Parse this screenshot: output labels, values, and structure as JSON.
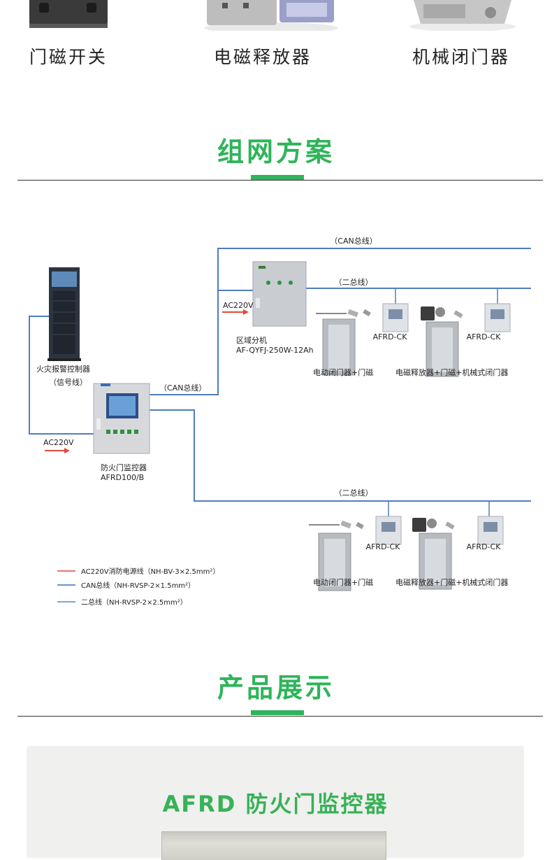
{
  "products": [
    {
      "label": "门磁开关",
      "icon": "door-magnet-switch-image"
    },
    {
      "label": "电磁释放器",
      "icon": "electromagnetic-release-image"
    },
    {
      "label": "机械闭门器",
      "icon": "mechanical-door-closer-image"
    }
  ],
  "sections": {
    "network": {
      "title": "组网方案"
    },
    "display": {
      "title": "产品展示"
    }
  },
  "diagram": {
    "fire_alarm": {
      "name": "火灾报警控制器",
      "sub": "（信号线）"
    },
    "monitor": {
      "name": "防火门监控器",
      "model": "AFRD100/B"
    },
    "sub_unit": {
      "name": "区域分机",
      "model": "AF-QYFJ-250W-12Ah"
    },
    "ac_in_1": "AC220V",
    "ac_in_2": "AC220V",
    "can_bus_top": "（CAN总线）",
    "can_bus_mid": "（CAN总线）",
    "two_bus_top": "（二总线）",
    "two_bus_bottom": "（二总线）",
    "afrd_ck_1": "AFRD-CK",
    "afrd_ck_2": "AFRD-CK",
    "afrd_ck_3": "AFRD-CK",
    "afrd_ck_4": "AFRD-CK",
    "door_a_top": "电动闭门器+门磁",
    "door_b_top": "电磁释放器+门磁+机械式闭门器",
    "door_a_bottom": "电动闭门器+门磁",
    "door_b_bottom": "电磁释放器+门磁+机械式闭门器",
    "colors": {
      "ac": "#e04a3a",
      "can": "#3f6fb5",
      "two_bus": "#5a87c4",
      "accent": "#2fb45a"
    }
  },
  "legend": [
    {
      "label": "AC220V消防电源线（NH-BV-3×2.5mm²）",
      "color": "#e04a3a"
    },
    {
      "label": "CAN总线（NH-RVSP-2×1.5mm²）",
      "color": "#3f6fb5"
    },
    {
      "label": "二总线（NH-RVSP-2×2.5mm²）",
      "color": "#5a87c4"
    }
  ],
  "card": {
    "title": "AFRD 防火门监控器"
  }
}
